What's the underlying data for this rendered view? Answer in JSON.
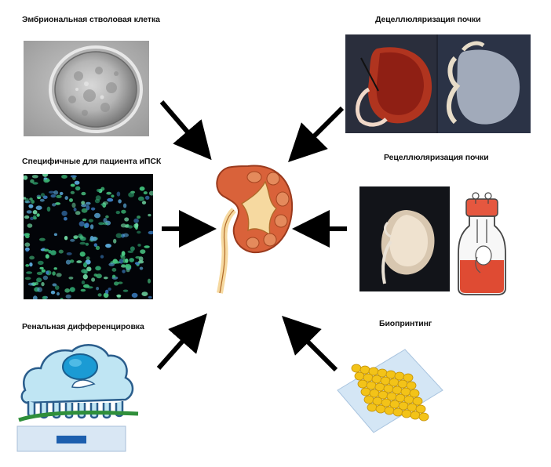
{
  "labels": {
    "embryonic_stem_cell": "Эмбриональная стволовая клетка",
    "decellularization": "Децеллюляризация почки",
    "patient_ipsc": "Специфичные для пациента иПСК",
    "recellularization": "Рецеллюляризация почки",
    "renal_differentiation": "Ренальная дифференцировка",
    "bioprinting": "Биопринтинг"
  },
  "icons": {
    "center": "kidney-icon",
    "arrows": "arrow-icon"
  },
  "colors": {
    "kidney_fill": "#d9623a",
    "kidney_pelvis": "#f6d9a0",
    "arrow": "#000000",
    "cell_green": "#3fbf7a",
    "bioprint_yellow": "#f3c318"
  }
}
